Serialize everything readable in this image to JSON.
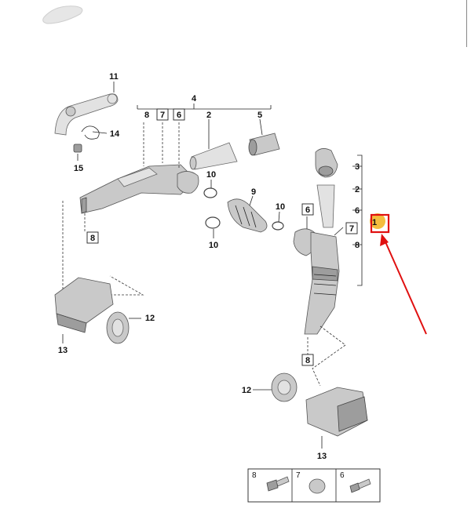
{
  "diagram": {
    "callouts": {
      "c1": "1",
      "c2a": "2",
      "c2b": "2",
      "c3": "3",
      "c4": "4",
      "c5": "5",
      "c6a": "6",
      "c6b": "6",
      "c6c": "6",
      "c6d": "6",
      "c7a": "7",
      "c7b": "7",
      "c7c": "7",
      "c8a": "8",
      "c8b": "8",
      "c8c": "8",
      "c8d": "8",
      "c8e": "8",
      "c9": "9",
      "c10a": "10",
      "c10b": "10",
      "c10c": "10",
      "c11": "11",
      "c12a": "12",
      "c12b": "12",
      "c13a": "13",
      "c13b": "13",
      "c14": "14",
      "c15": "15"
    },
    "highlight_color": "#e01010",
    "marker_color": "#f2b21c"
  }
}
